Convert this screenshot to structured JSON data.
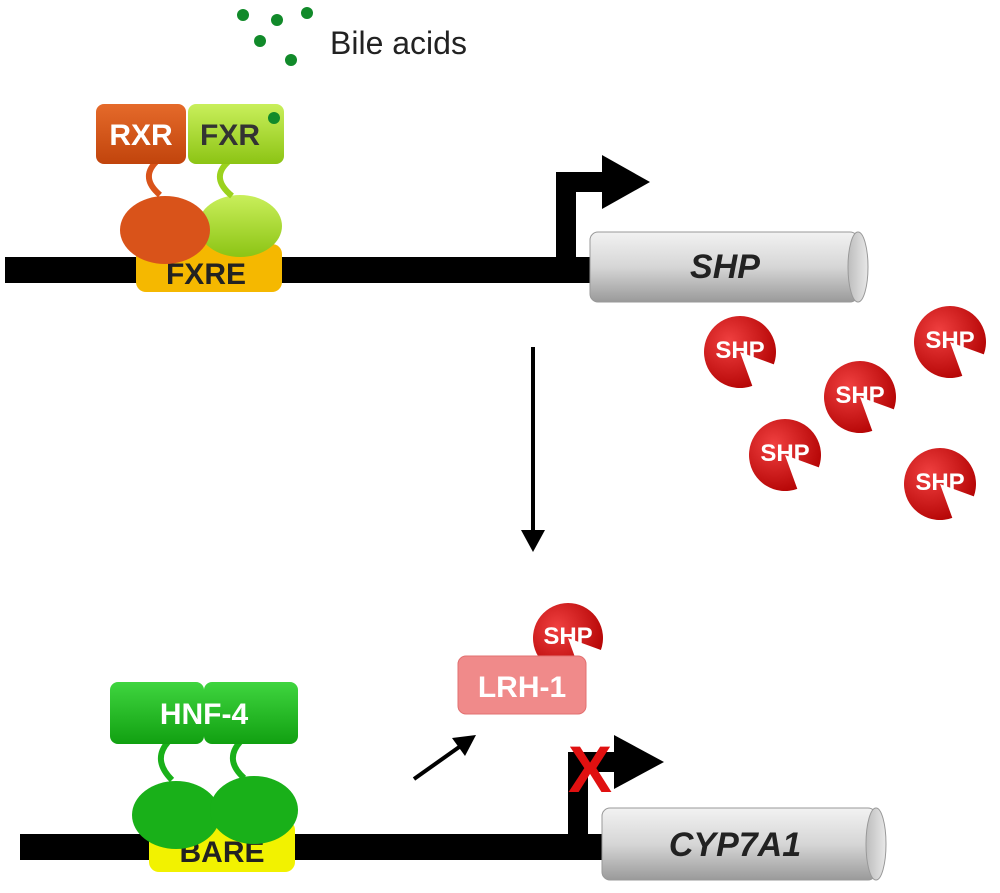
{
  "legend": {
    "bile_acids": "Bile acids"
  },
  "top_panel": {
    "rxr": "RXR",
    "fxr": "FXR",
    "fxre": "FXRE",
    "gene": "SHP",
    "shp_proteins": [
      "SHP",
      "SHP",
      "SHP",
      "SHP",
      "SHP"
    ]
  },
  "bottom_panel": {
    "hnf4": "HNF-4",
    "bare": "BARE",
    "lrh1": "LRH-1",
    "shp_bound": "SHP",
    "gene": "CYP7A1",
    "blocked_mark": "X"
  },
  "colors": {
    "rxr": "#d4541a",
    "fxr": "#9bd21e",
    "fxre": "#f5b800",
    "hnf4": "#1cb51c",
    "bare": "#f2f200",
    "lrh1": "#f08a8a",
    "shp": "#d40f0f",
    "bile_acid_dots": "#118a2a",
    "blocked_x": "#e01010"
  },
  "icons": {
    "promoter_arrow": "bent-arrow-right",
    "blocked": "red-x-mark",
    "gene_body": "cylinder"
  }
}
